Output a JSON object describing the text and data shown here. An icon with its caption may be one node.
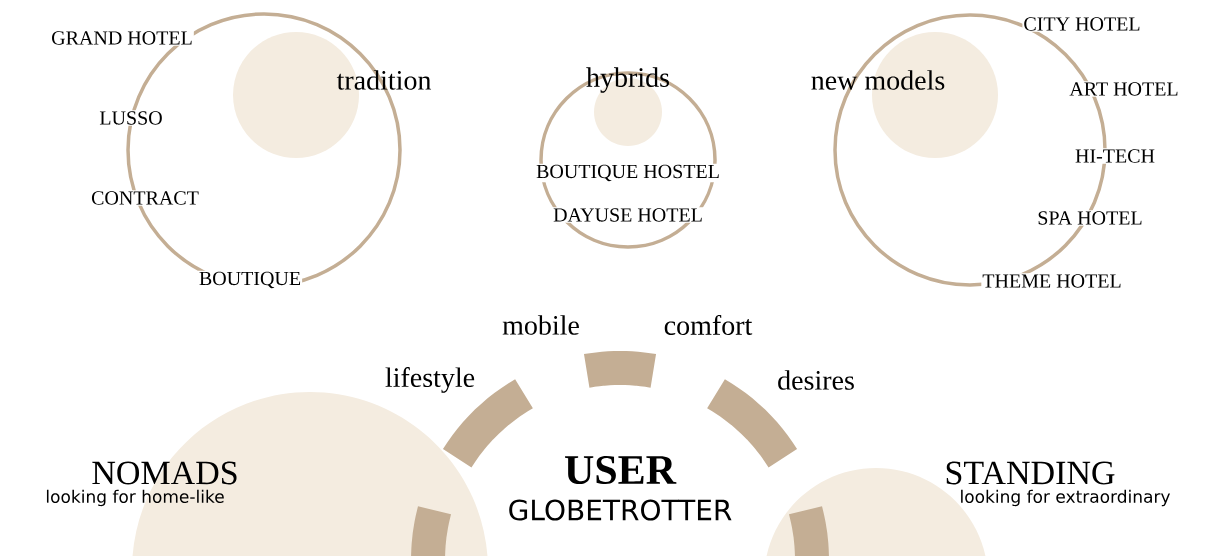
{
  "diagram": {
    "nodes": [
      {
        "text": [
          "tradition"
        ]
      },
      {
        "text": [
          "hybrids"
        ]
      },
      {
        "text": [
          "new models"
        ]
      },
      {
        "text": [
          "USER",
          "GLOBETROTTER"
        ]
      },
      {
        "text": [
          "NOMADS",
          "looking for home-like"
        ]
      },
      {
        "text": [
          "STANDING",
          "looking for extraordinary"
        ]
      }
    ],
    "labels": [
      "GRAND HOTEL",
      "CITY HOTEL",
      "ART HOTEL",
      "LUSSO",
      "HI-TECH",
      "BOUTIQUE HOSTEL",
      "CONTRACT",
      "DAYUSE HOTEL",
      "SPA HOTEL",
      "BOUTIQUE",
      "THEME HOTEL",
      "mobile",
      "comfort",
      "lifestyle",
      "desires"
    ]
  }
}
